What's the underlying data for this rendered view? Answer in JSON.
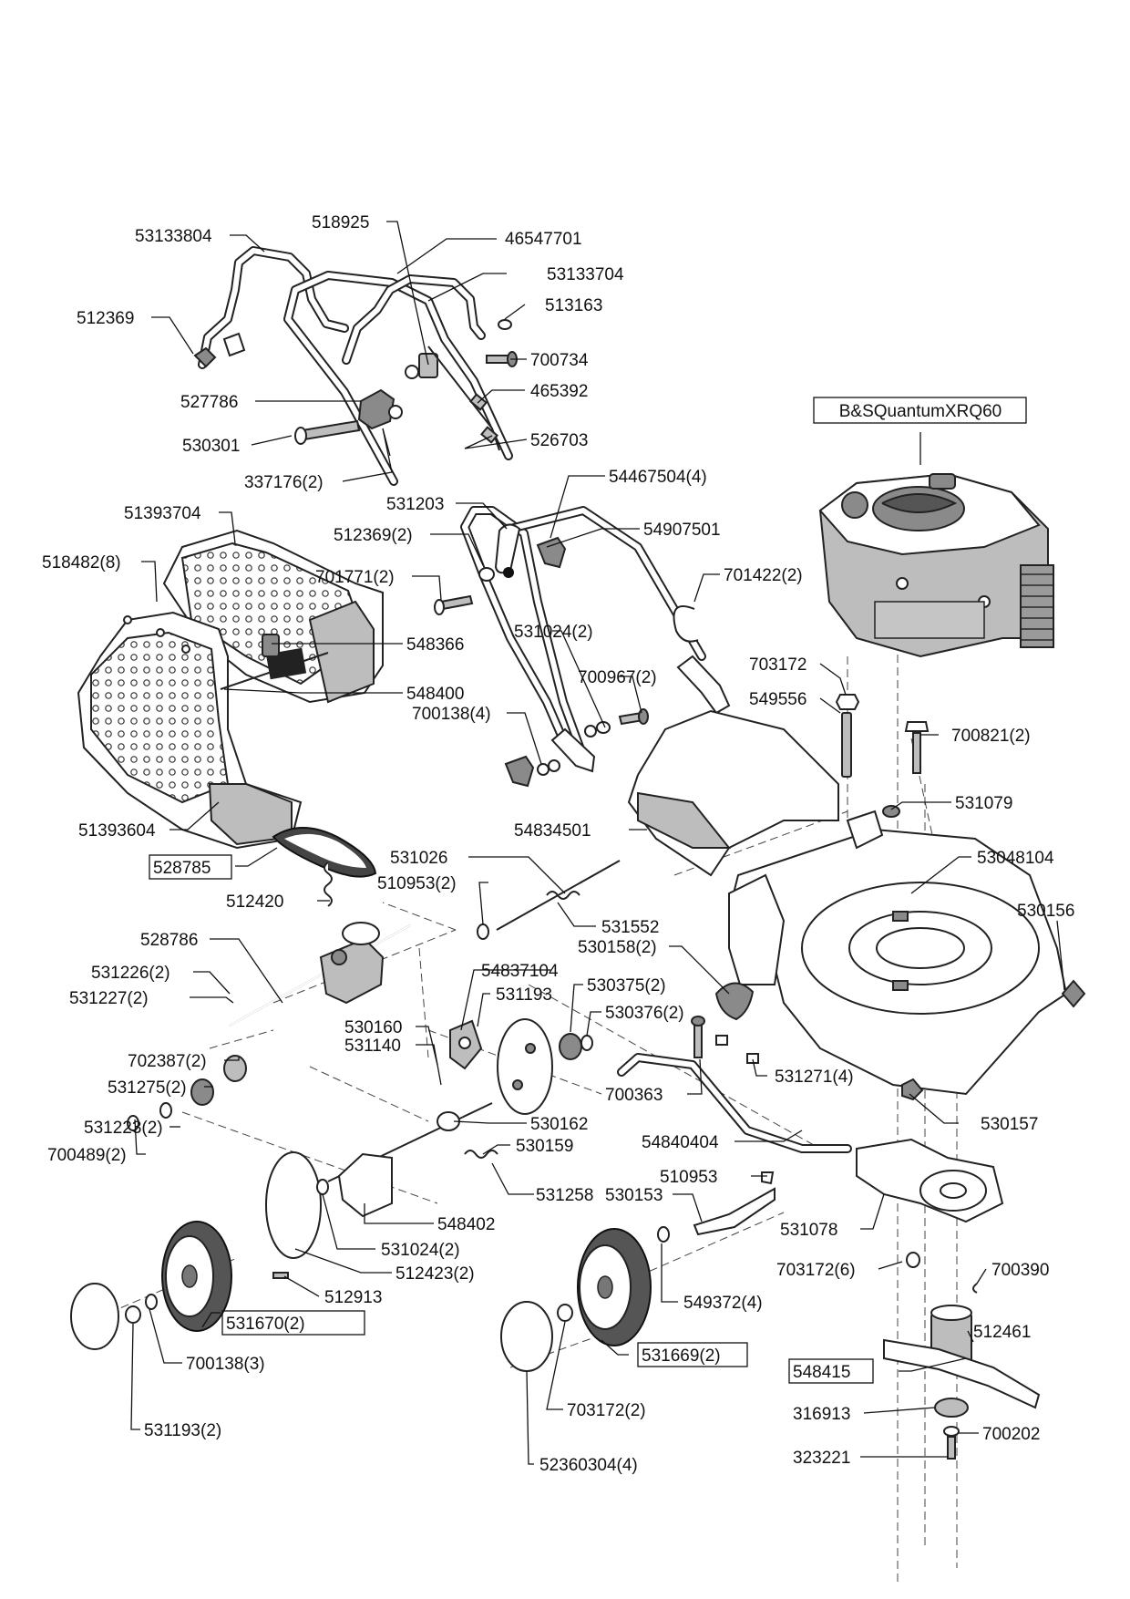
{
  "diagram": {
    "engine_label": "B&SQuantumXRQ60",
    "labels": {
      "p53133804": "53133804",
      "p518925": "518925",
      "p46547701": "46547701",
      "p53133704": "53133704",
      "p513163": "513163",
      "p512369": "512369",
      "p700734": "700734",
      "p465392": "465392",
      "p527786": "527786",
      "p526703": "526703",
      "p530301": "530301",
      "p337176_2": "337176(2)",
      "p531203": "531203",
      "p54467504_4": "54467504(4)",
      "p51393704": "51393704",
      "p54907501": "54907501",
      "p512369_2": "512369(2)",
      "p518482_8": "518482(8)",
      "p701771_2": "701771(2)",
      "p701422_2": "701422(2)",
      "p548366": "548366",
      "p531024_2a": "531024(2)",
      "p700967_2": "700967(2)",
      "p703172": "703172",
      "p548400": "548400",
      "p549556": "549556",
      "p700138_4": "700138(4)",
      "p700821_2": "700821(2)",
      "p531079": "531079",
      "p54834501": "54834501",
      "p51393604": "51393604",
      "p531026": "531026",
      "p53048104": "53048104",
      "p528785": "528785",
      "p510953_2": "510953(2)",
      "p512420": "512420",
      "p530156": "530156",
      "p531552": "531552",
      "p528786": "528786",
      "p530158_2": "530158(2)",
      "p54837104": "54837104",
      "p531226_2": "531226(2)",
      "p530375_2": "530375(2)",
      "p531193": "531193",
      "p531227_2": "531227(2)",
      "p530376_2": "530376(2)",
      "p530160": "530160",
      "p531140": "531140",
      "p702387_2": "702387(2)",
      "p531271_4": "531271(4)",
      "p531275_2": "531275(2)",
      "p700363": "700363",
      "p531223_2": "531223(2)",
      "p530162": "530162",
      "p530157": "530157",
      "p54840404": "54840404",
      "p700489_2": "700489(2)",
      "p530159": "530159",
      "p510953": "510953",
      "p531258": "531258",
      "p530153": "530153",
      "p531078": "531078",
      "p548402": "548402",
      "p531024_2b": "531024(2)",
      "p703172_6": "703172(6)",
      "p512423_2": "512423(2)",
      "p700390": "700390",
      "p512913": "512913",
      "p549372_4": "549372(4)",
      "p531670_2": "531670(2)",
      "p512461": "512461",
      "p531669_2": "531669(2)",
      "p700138_3": "700138(3)",
      "p548415": "548415",
      "p703172_2": "703172(2)",
      "p316913": "316913",
      "p531193_2": "531193(2)",
      "p700202": "700202",
      "p323221": "323221",
      "p52360304_4": "52360304(4)"
    }
  }
}
